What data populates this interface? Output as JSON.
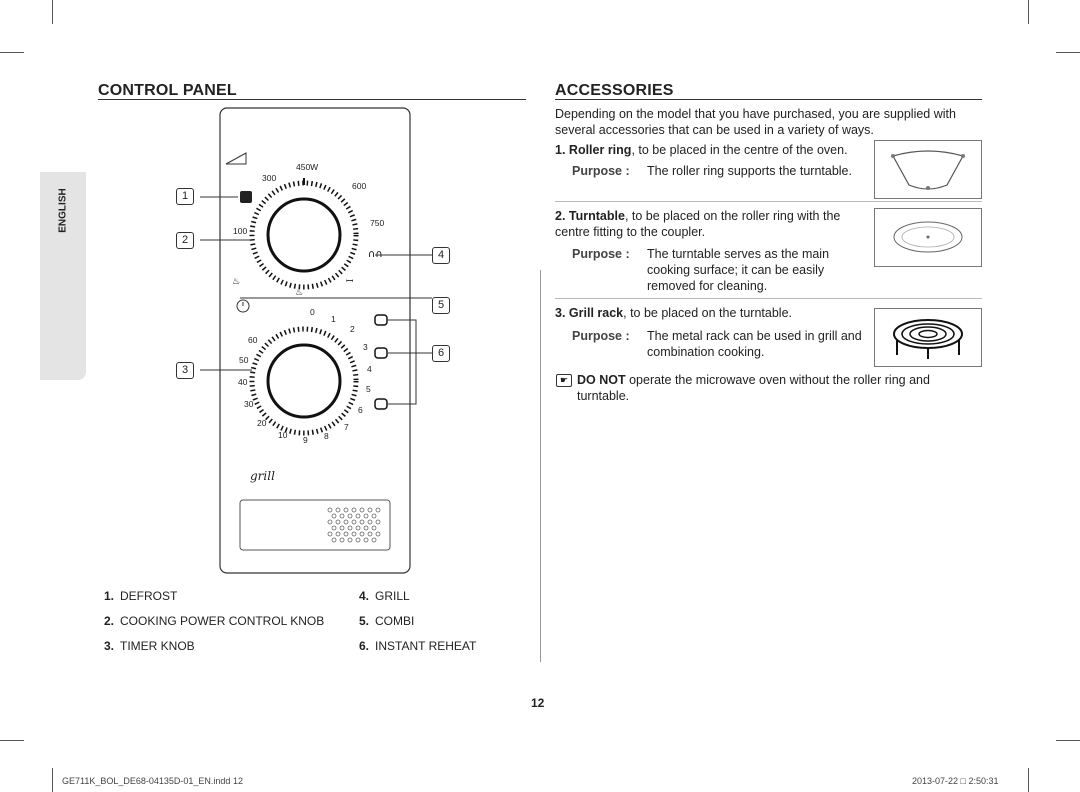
{
  "sidebar_tab": "ENGLISH",
  "control_panel": {
    "heading": "CONTROL PANEL",
    "power_knob_labels": [
      "450W",
      "300",
      "600",
      "750",
      "100"
    ],
    "timer_knob_labels": [
      "0",
      "1",
      "2",
      "3",
      "4",
      "5",
      "6",
      "7",
      "8",
      "9",
      "10",
      "20",
      "30",
      "40",
      "50",
      "60"
    ],
    "grill_logo": "grill",
    "callouts": [
      "1",
      "2",
      "3",
      "4",
      "5",
      "6"
    ],
    "legend": [
      {
        "num": "1.",
        "label": "DEFROST"
      },
      {
        "num": "2.",
        "label": "COOKING POWER CONTROL KNOB"
      },
      {
        "num": "3.",
        "label": "TIMER KNOB"
      },
      {
        "num": "4.",
        "label": "GRILL"
      },
      {
        "num": "5.",
        "label": "COMBI"
      },
      {
        "num": "6.",
        "label": "INSTANT REHEAT"
      }
    ]
  },
  "accessories": {
    "heading": "ACCESSORIES",
    "intro": "Depending on the model that you have purchased, you are supplied with several accessories that can be used in a variety of ways.",
    "items": [
      {
        "num": "1.",
        "name": "Roller ring",
        "desc": ", to be placed in the centre of the oven.",
        "purpose_label": "Purpose :",
        "purpose": "The roller ring supports the turntable."
      },
      {
        "num": "2.",
        "name": "Turntable",
        "desc": ", to be placed on the roller ring with the centre fitting to the coupler.",
        "purpose_label": "Purpose :",
        "purpose": "The turntable serves as the main cooking surface; it can be easily removed for cleaning."
      },
      {
        "num": "3.",
        "name": "Grill rack",
        "desc": ", to be placed on the turntable.",
        "purpose_label": "Purpose :",
        "purpose": "The metal rack can be used in grill and combination cooking."
      }
    ],
    "note_strong": "DO NOT",
    "note_rest": " operate the microwave oven without the roller ring and turntable."
  },
  "page_number": "12",
  "footer_left": "GE711K_BOL_DE68-04135D-01_EN.indd   12",
  "footer_right": "2013-07-22   □ 2:50:31"
}
